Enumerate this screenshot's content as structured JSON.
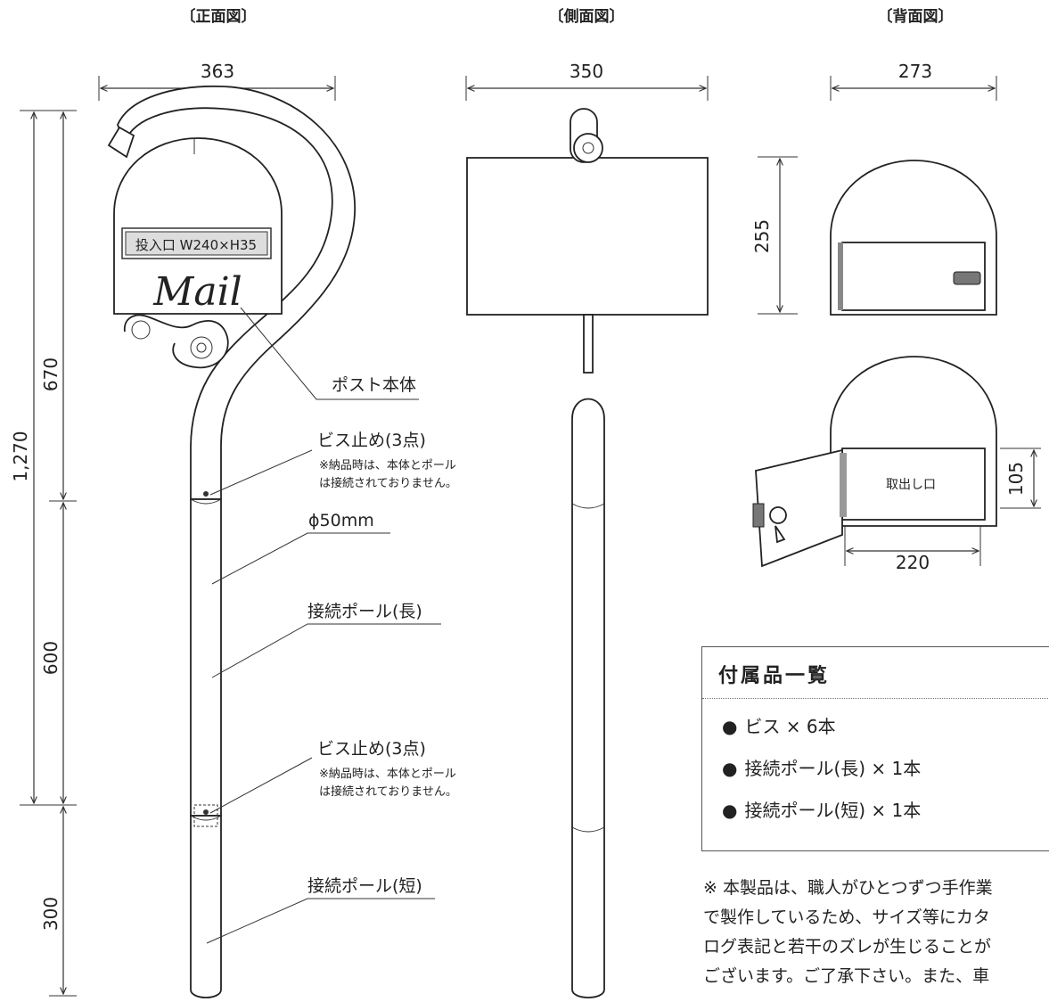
{
  "views": {
    "front": "〔正面図〕",
    "side": "〔側面図〕",
    "back": "〔背面図〕"
  },
  "dimensions": {
    "front_width": "363",
    "side_width": "350",
    "back_width": "273",
    "total_height": "1,270",
    "body_height": "670",
    "pole_long": "600",
    "pole_short": "300",
    "back_height": "255",
    "opening_height": "105",
    "opening_width": "220"
  },
  "front": {
    "slot_label": "投入口 W240×H35",
    "mail_logo": "Mail"
  },
  "callouts": {
    "post_body": "ポスト本体",
    "screw1": "ビス止め(3点)",
    "screw1_note_1": "※納品時は、本体とポール",
    "screw1_note_2": "は接続されておりません。",
    "diameter": "ϕ50mm",
    "pole_long": "接続ポール(長)",
    "screw2": "ビス止め(3点)",
    "screw2_note_1": "※納品時は、本体とポール",
    "screw2_note_2": "は接続されておりません。",
    "pole_short": "接続ポール(短)",
    "takeout": "取出し口"
  },
  "accessories": {
    "title": "付属品一覧",
    "items": [
      "ビス × 6本",
      "接続ポール(長) × 1本",
      "接続ポール(短) × 1本"
    ],
    "bullet": "●"
  },
  "footnote": {
    "lines": [
      "※ 本製品は、職人がひとつずつ手作業",
      "で製作しているため、サイズ等にカタ",
      "ログ表記と若干のズレが生じることが",
      "ございます。ご了承下さい。また、車"
    ]
  }
}
